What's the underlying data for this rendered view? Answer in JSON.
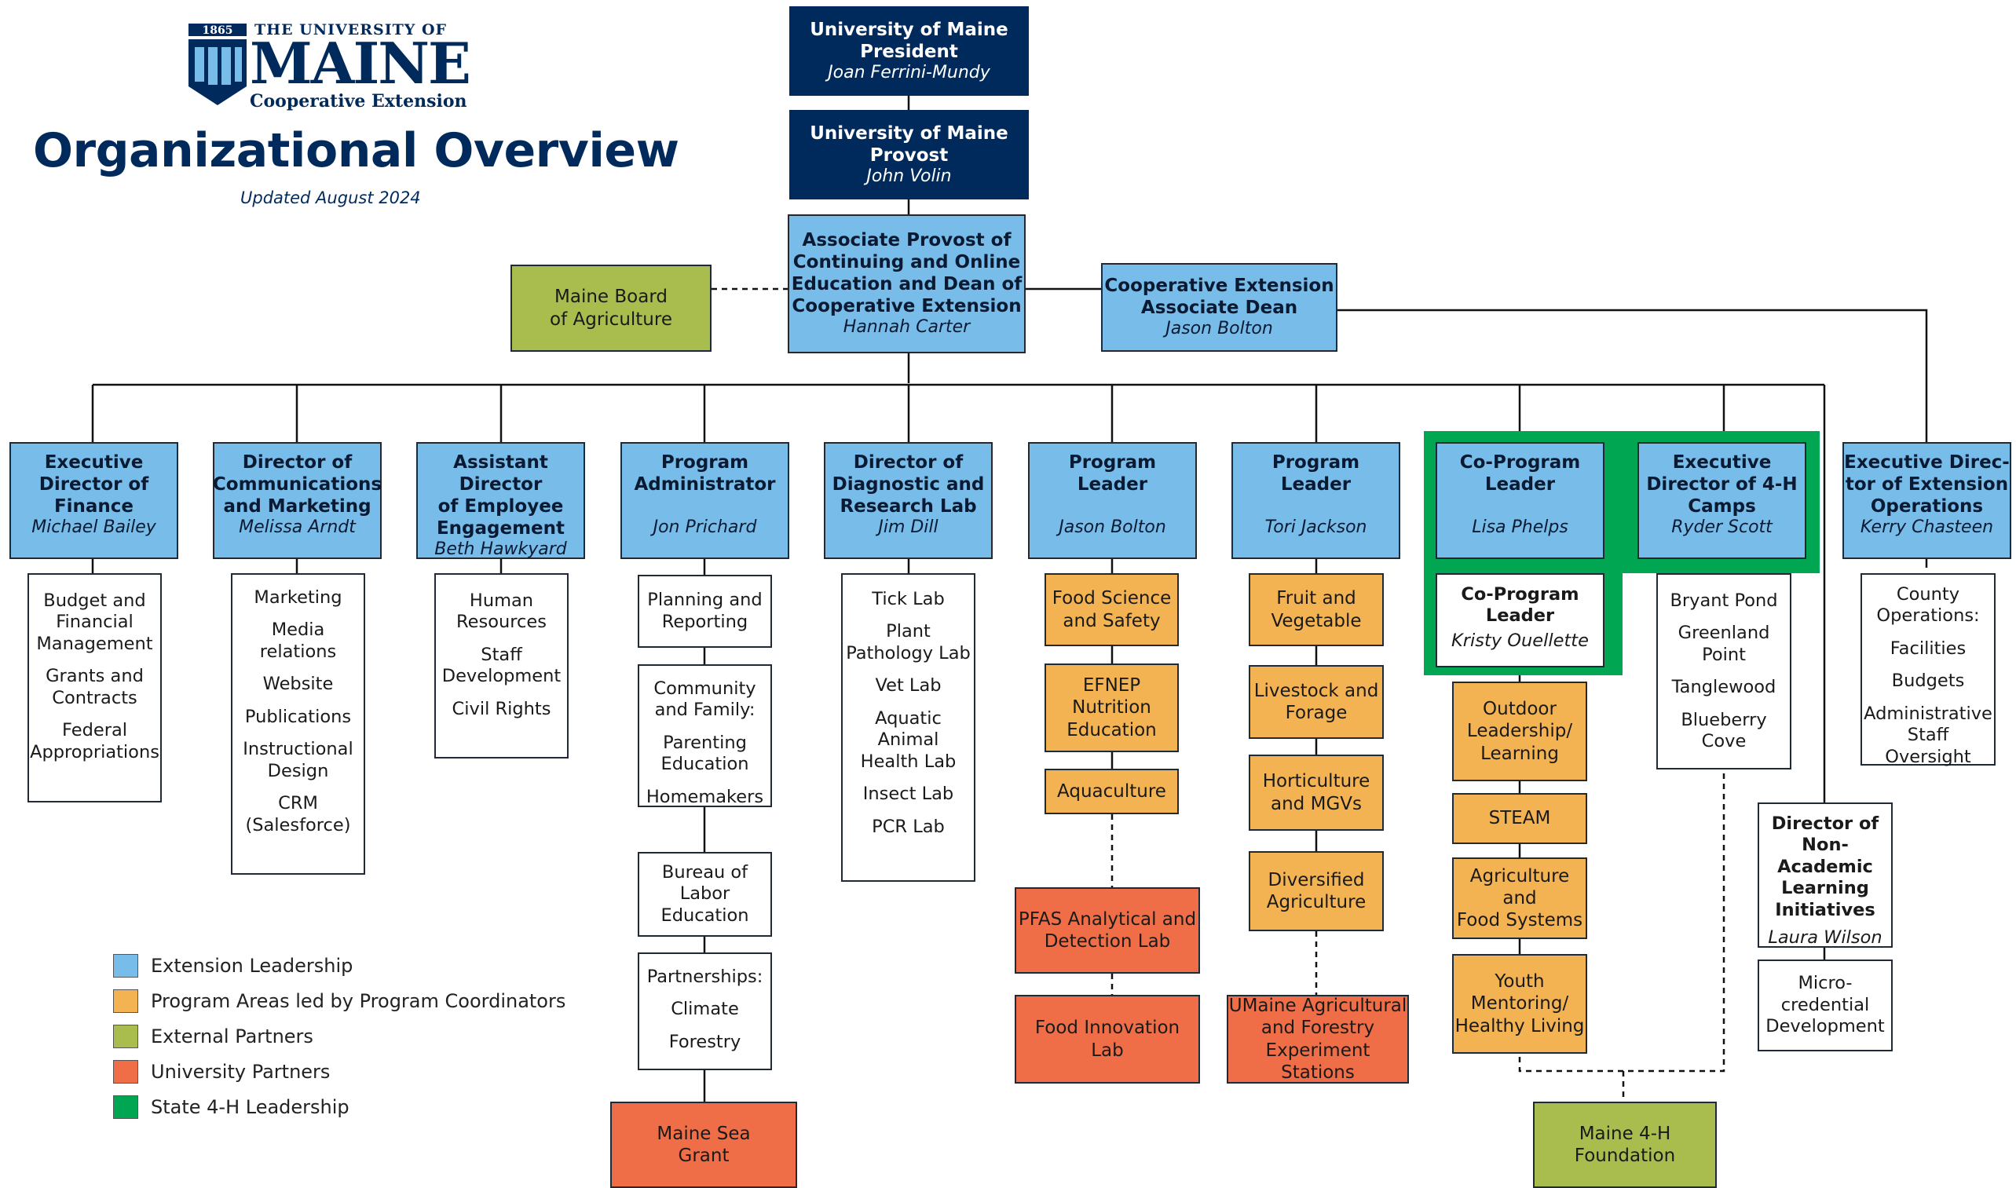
{
  "header": {
    "year": "1865",
    "university_line": "THE UNIVERSITY OF",
    "wordmark": "MAINE",
    "unit": "Cooperative Extension",
    "title": "Organizational Overview",
    "updated": "Updated August 2024"
  },
  "colors": {
    "navy": "#002a5c",
    "extension_leadership": "#78bde9",
    "program_areas": "#f4b352",
    "external_partners": "#a9bc4e",
    "university_partners": "#ef6e47",
    "state_4h_leadership": "#00a651"
  },
  "top": {
    "president": {
      "title1": "University of Maine",
      "title2": "President",
      "name": "Joan Ferrini-Mundy"
    },
    "provost": {
      "title1": "University of Maine",
      "title2": "Provost",
      "name": "John Volin"
    },
    "dean": {
      "l1": "Associate Provost of",
      "l2": "Continuing and Online",
      "l3": "Education and Dean of",
      "l4": "Cooperative Extension",
      "name": "Hannah Carter"
    },
    "board": {
      "l1": "Maine Board",
      "l2": "of Agriculture"
    },
    "assoc_dean": {
      "l1": "Cooperative Extension",
      "l2": "Associate Dean",
      "name": "Jason Bolton"
    }
  },
  "leaders": [
    {
      "l1": "Executive",
      "l2": "Director of",
      "l3": "Finance",
      "name": "Michael Bailey"
    },
    {
      "l1": "Director of",
      "l2": "Communications",
      "l3": "and Marketing",
      "name": "Melissa Arndt"
    },
    {
      "l1": "Assistant Director",
      "l2": "of Employee",
      "l3": "Engagement",
      "name": "Beth Hawkyard"
    },
    {
      "l1": "Program",
      "l2": "Administrator",
      "name": "Jon Prichard"
    },
    {
      "l1": "Director of",
      "l2": "Diagnostic and",
      "l3": "Research Lab",
      "name": "Jim Dill"
    },
    {
      "l1": "Program",
      "l2": "Leader",
      "name": "Jason Bolton"
    },
    {
      "l1": "Program",
      "l2": "Leader",
      "name": "Tori Jackson"
    },
    {
      "l1": "Co-Program",
      "l2": "Leader",
      "name": "Lisa Phelps"
    },
    {
      "l1": "Executive",
      "l2": "Director of 4-H",
      "l3": "Camps",
      "name": "Ryder Scott"
    },
    {
      "l1": "Executive Direc-",
      "l2": "tor of Extension",
      "l3": "Operations",
      "name": "Kerry Chasteen"
    }
  ],
  "co_leader2": {
    "l1": "Co-Program",
    "l2": "Leader",
    "name": "Kristy Ouellette"
  },
  "finance_items": [
    "Budget and",
    "Financial",
    "Management",
    "Grants and",
    "Contracts",
    "Federal",
    "Appropriations"
  ],
  "comm_items": [
    "Marketing",
    "Media",
    "relations",
    "Website",
    "Publications",
    "Instructional",
    "Design",
    "CRM",
    "(Salesforce)"
  ],
  "hr_items": [
    "Human",
    "Resources",
    "Staff",
    "Development",
    "Civil Rights"
  ],
  "program_admin_boxes": {
    "planning": [
      "Planning and",
      "Reporting"
    ],
    "community": [
      "Community",
      "and Family:",
      "Parenting",
      "Education",
      "Homemakers"
    ],
    "labor": [
      "Bureau of",
      "Labor",
      "Education"
    ],
    "partnerships": [
      "Partnerships:",
      "Climate",
      "Forestry"
    ]
  },
  "lab_items": [
    "Tick Lab",
    "Plant",
    "Pathology Lab",
    "Vet Lab",
    "Aquatic Animal",
    "Health Lab",
    "Insect Lab",
    "PCR Lab"
  ],
  "bolton_programs": [
    [
      "Food Science",
      "and Safety"
    ],
    [
      "EFNEP",
      "Nutrition",
      "Education"
    ],
    [
      "Aquaculture"
    ]
  ],
  "jackson_programs": [
    [
      "Fruit and",
      "Vegetable"
    ],
    [
      "Livestock and",
      "Forage"
    ],
    [
      "Horticulture",
      "and MGVs"
    ],
    [
      "Diversified",
      "Agriculture"
    ]
  ],
  "youth_programs": [
    [
      "Outdoor",
      "Leadership/",
      "Learning"
    ],
    [
      "STEAM"
    ],
    [
      "Agriculture and",
      "Food Systems"
    ],
    [
      "Youth",
      "Mentoring/",
      "Healthy Living"
    ]
  ],
  "camps": [
    "Bryant Pond",
    "Greenland",
    "Point",
    "Tanglewood",
    "Blueberry Cove"
  ],
  "operations_items": [
    "County",
    "Operations:",
    "Facilities",
    "Budgets",
    "Administrative",
    "Staff Oversight"
  ],
  "nonacademic": {
    "l1": "Director of",
    "l2": "Non-Academic",
    "l3": "Learning",
    "l4": "Initiatives",
    "name": "Laura Wilson"
  },
  "microcred": [
    "Micro-",
    "credential",
    "Development"
  ],
  "partners": {
    "sea_grant": [
      "Maine Sea",
      "Grant"
    ],
    "pfas": [
      "PFAS Analytical and",
      "Detection Lab"
    ],
    "food_innovation": "Food Innovation Lab",
    "experiment": [
      "UMaine Agricultural",
      "and Forestry",
      "Experiment Stations"
    ],
    "foundation": [
      "Maine 4-H",
      "Foundation"
    ]
  },
  "legend": [
    {
      "label": "Extension Leadership",
      "color": "#78bde9"
    },
    {
      "label": "Program Areas led by Program Coordinators",
      "color": "#f4b352"
    },
    {
      "label": "External Partners",
      "color": "#a9bc4e"
    },
    {
      "label": "University Partners",
      "color": "#ef6e47"
    },
    {
      "label": "State 4-H Leadership",
      "color": "#00a651"
    }
  ]
}
